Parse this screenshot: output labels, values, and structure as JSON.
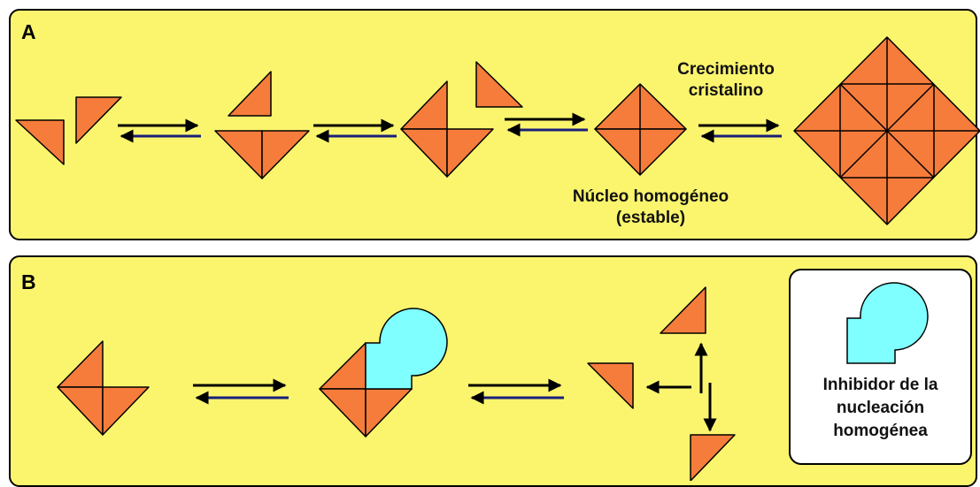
{
  "panel_a": {
    "letter": "A",
    "growth_label_line1": "Crecimiento",
    "growth_label_line2": "cristalino",
    "nucleus_label_line1": "Núcleo homogéneo",
    "nucleus_label_line2": "(estable)"
  },
  "panel_b": {
    "letter": "B",
    "legend_line1": "Inhibidor de la",
    "legend_line2": "nucleación",
    "legend_line3": "homogénea"
  },
  "colors": {
    "background": "#fbf56e",
    "triangle": "#f67c3b",
    "inhibitor": "#7fffff"
  }
}
